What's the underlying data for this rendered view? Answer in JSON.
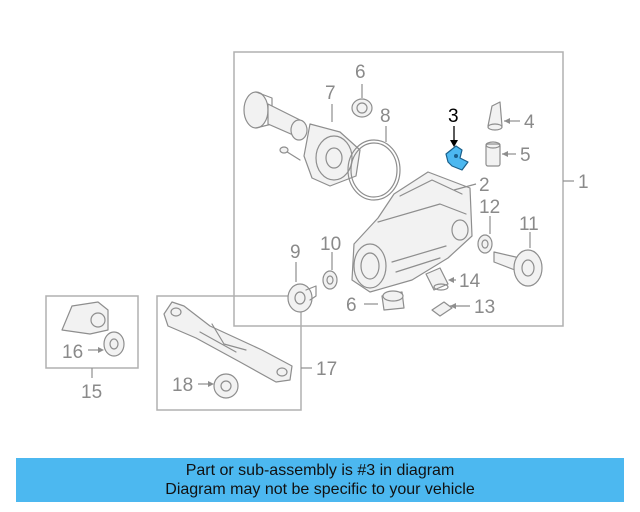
{
  "callouts": {
    "c1": "1",
    "c2": "2",
    "c3": "3",
    "c4": "4",
    "c5": "5",
    "c6a": "6",
    "c6b": "6",
    "c7": "7",
    "c8": "8",
    "c9": "9",
    "c10": "10",
    "c11": "11",
    "c12": "12",
    "c13": "13",
    "c14": "14",
    "c15": "15",
    "c16": "16",
    "c17": "17",
    "c18": "18"
  },
  "highlight": {
    "part_number": "3",
    "color": "#4cb8f0"
  },
  "banner": {
    "line1": "Part or sub-assembly is #3 in diagram",
    "line2": "Diagram may not be specific to your vehicle",
    "background": "#4cb8f0"
  }
}
